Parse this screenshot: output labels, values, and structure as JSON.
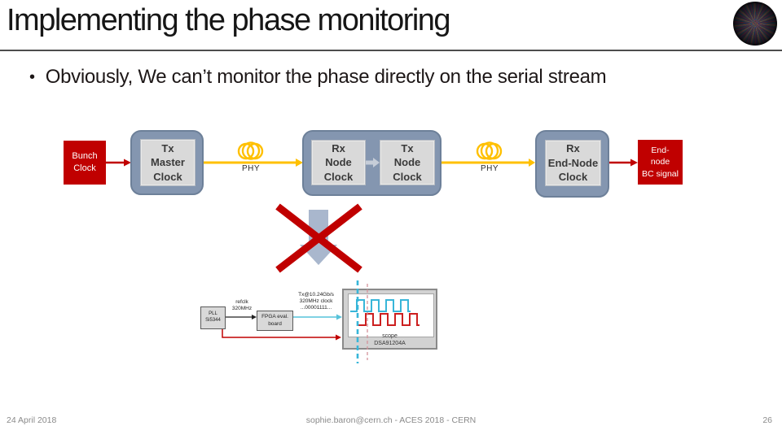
{
  "slide": {
    "title": "Implementing the phase monitoring",
    "bullet_marker": "•",
    "bullet": "Obviously, We can’t monitor the phase directly on the serial stream"
  },
  "diagram": {
    "bunch_clock": "Bunch\nClock",
    "tx_master": "Tx\nMaster\nClock",
    "phy1": "PHY",
    "rx_node": "Rx\nNode\nClock",
    "tx_node": "Tx\nNode\nClock",
    "phy2": "PHY",
    "rx_end_node": "Rx\nEnd-Node\nClock",
    "end_node_bc": "End-\nnode\nBC signal"
  },
  "setup": {
    "pll": "PLL\nSi5344",
    "refclk": "refclk\n320MHz",
    "fpga": "FPGA eval.\nboard",
    "tx_signal": "Tx@10.24Gb/s\n320MHz clock\n...00001111...",
    "scope": "scope\nDSA91204A"
  },
  "footer": {
    "date": "24 April 2018",
    "credit": "sophie.baron@cern.ch - ACES 2018 - CERN",
    "page": "26"
  },
  "colors": {
    "accent_red": "#c00000",
    "fiber_yellow": "#ffc000",
    "node_blue_gray": "#8496b0",
    "inner_gray": "#d9d9d9",
    "scope_cyan": "#38b6d9",
    "block_arrow_gray": "#a9b7cd"
  }
}
